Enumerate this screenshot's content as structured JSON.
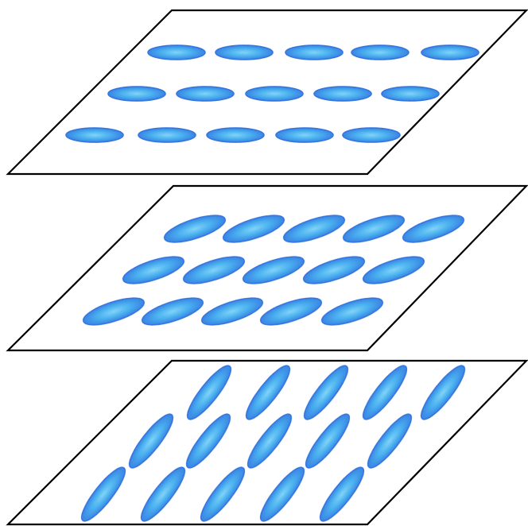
{
  "colors": {
    "background": "#ffffff",
    "outline": "#000000",
    "ellipse_dark": "#1f5fd8",
    "ellipse_mid": "#2f8fe8",
    "ellipse_light": "#6fd8f6"
  },
  "layers": [
    {
      "name": "top-layer",
      "rows": 3,
      "columns": 5,
      "tilt_degrees": 0,
      "shape": "flat ellipses"
    },
    {
      "name": "middle-layer",
      "rows": 3,
      "columns": 5,
      "tilt_degrees": -18,
      "shape": "tilted ellipses"
    },
    {
      "name": "bottom-layer",
      "rows": 3,
      "columns": 5,
      "tilt_degrees": -52,
      "shape": "steeply tilted ellipses"
    }
  ]
}
